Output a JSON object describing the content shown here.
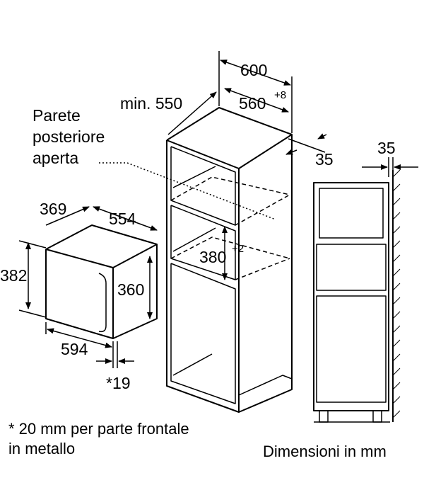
{
  "dimensions": {
    "cabinet_width": "600",
    "min_depth": "min. 550",
    "niche_depth": "560",
    "niche_depth_tolerance": "+8",
    "rear_gap": "35",
    "side_gap": "35",
    "niche_height": "380",
    "niche_height_tolerance": "+2",
    "appliance_depth": "369",
    "appliance_width_top": "554",
    "appliance_height": "382",
    "inner_height": "360",
    "appliance_width": "594",
    "front_thickness": "*19"
  },
  "labels": {
    "rear_wall_line1": "Parete",
    "rear_wall_line2": "posteriore",
    "rear_wall_line3": "aperta",
    "footnote_line1": "* 20 mm per parte frontale",
    "footnote_line2": "in metallo",
    "units": "Dimensioni in mm"
  }
}
